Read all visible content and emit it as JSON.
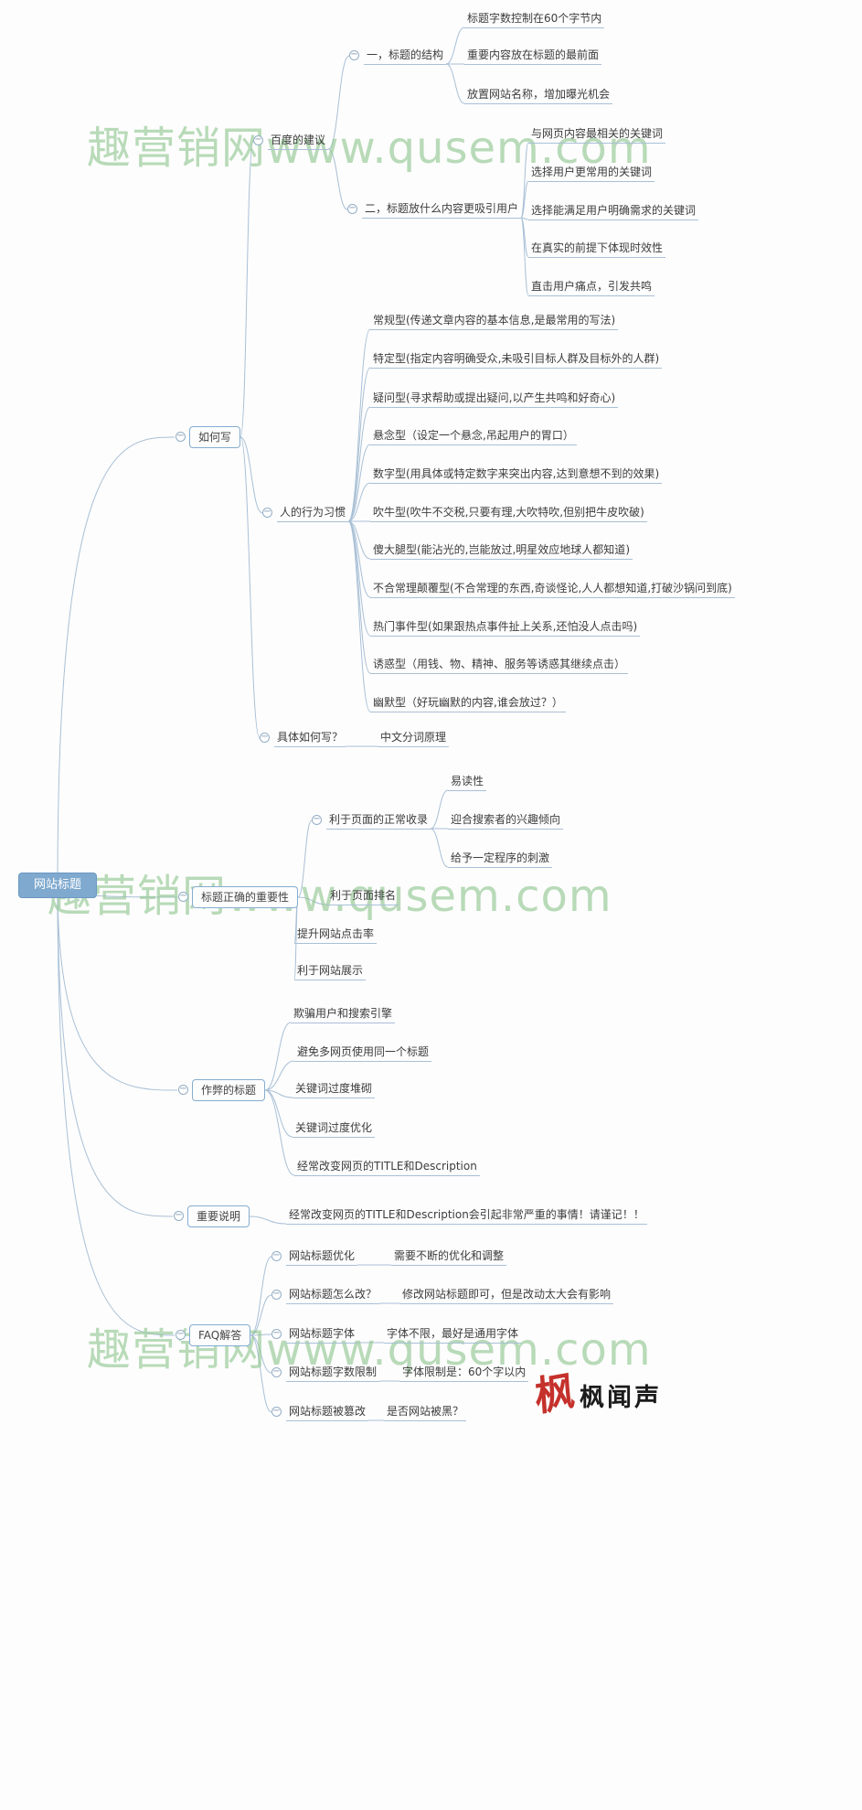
{
  "watermark": {
    "text": "趣营销网www.qusem.com"
  },
  "logo": {
    "icon": "枫",
    "text": "枫闻声"
  },
  "colors": {
    "accent_line": "#a9c0d6",
    "root_bg": "#7fa9ce",
    "watermark_green": "#8fc68f",
    "logo_red": "#c5312b"
  },
  "mindmap": {
    "icons": {
      "collapse": "−"
    },
    "nodes": [
      {
        "id": "root",
        "parent": null,
        "kind": "root",
        "label": "网站标题"
      },
      {
        "id": "howto",
        "parent": "root",
        "kind": "box",
        "label": "如何写"
      },
      {
        "id": "importance",
        "parent": "root",
        "kind": "box",
        "label": "标题正确的重要性"
      },
      {
        "id": "cheat",
        "parent": "root",
        "kind": "box",
        "label": "作弊的标题"
      },
      {
        "id": "note",
        "parent": "root",
        "kind": "box",
        "label": "重要说明"
      },
      {
        "id": "faq",
        "parent": "root",
        "kind": "box",
        "label": "FAQ解答"
      },
      {
        "id": "baidu",
        "parent": "howto",
        "kind": "txt",
        "label": "百度的建议"
      },
      {
        "id": "habit",
        "parent": "howto",
        "kind": "txt",
        "label": "人的行为习惯"
      },
      {
        "id": "specific",
        "parent": "howto",
        "kind": "txt",
        "label": "具体如何写？"
      },
      {
        "id": "struct",
        "parent": "baidu",
        "kind": "txt",
        "label": "一，标题的结构"
      },
      {
        "id": "attract",
        "parent": "baidu",
        "kind": "txt",
        "label": "二，标题放什么内容更吸引用户"
      },
      {
        "id": "s1",
        "parent": "struct",
        "kind": "txt",
        "label": "标题字数控制在60个字节内"
      },
      {
        "id": "s2",
        "parent": "struct",
        "kind": "txt",
        "label": "重要内容放在标题的最前面"
      },
      {
        "id": "s3",
        "parent": "struct",
        "kind": "txt",
        "label": "放置网站名称，增加曝光机会"
      },
      {
        "id": "a1",
        "parent": "attract",
        "kind": "txt",
        "label": "与网页内容最相关的关键词"
      },
      {
        "id": "a2",
        "parent": "attract",
        "kind": "txt",
        "label": "选择用户更常用的关键词"
      },
      {
        "id": "a3",
        "parent": "attract",
        "kind": "txt",
        "label": "选择能满足用户明确需求的关键词"
      },
      {
        "id": "a4",
        "parent": "attract",
        "kind": "txt",
        "label": "在真实的前提下体现时效性"
      },
      {
        "id": "a5",
        "parent": "attract",
        "kind": "txt",
        "label": "直击用户痛点，引发共鸣"
      },
      {
        "id": "h1",
        "parent": "habit",
        "kind": "txt",
        "label": "常规型(传递文章内容的基本信息,是最常用的写法)"
      },
      {
        "id": "h2",
        "parent": "habit",
        "kind": "txt",
        "label": "特定型(指定内容明确受众,未吸引目标人群及目标外的人群)"
      },
      {
        "id": "h3",
        "parent": "habit",
        "kind": "txt",
        "label": "疑问型(寻求帮助或提出疑问,以产生共鸣和好奇心)"
      },
      {
        "id": "h4",
        "parent": "habit",
        "kind": "txt",
        "label": "悬念型（设定一个悬念,吊起用户的胃口）"
      },
      {
        "id": "h5",
        "parent": "habit",
        "kind": "txt",
        "label": "数字型(用具体或特定数字来突出内容,达到意想不到的效果)"
      },
      {
        "id": "h6",
        "parent": "habit",
        "kind": "txt",
        "label": "吹牛型(吹牛不交税,只要有理,大吹特吹,但别把牛皮吹破)"
      },
      {
        "id": "h7",
        "parent": "habit",
        "kind": "txt",
        "label": "傻大腿型(能沾光的,岂能放过,明星效应地球人都知道)"
      },
      {
        "id": "h8",
        "parent": "habit",
        "kind": "txt",
        "label": "不合常理颠覆型(不合常理的东西,奇谈怪论,人人都想知道,打破沙锅问到底)"
      },
      {
        "id": "h9",
        "parent": "habit",
        "kind": "txt",
        "label": "热门事件型(如果跟热点事件扯上关系,还怕没人点击吗)"
      },
      {
        "id": "h10",
        "parent": "habit",
        "kind": "txt",
        "label": "诱惑型（用钱、物、精神、服务等诱惑其继续点击）"
      },
      {
        "id": "h11",
        "parent": "habit",
        "kind": "txt",
        "label": "幽默型（好玩幽默的内容,谁会放过？）"
      },
      {
        "id": "seg",
        "parent": "specific",
        "kind": "txt",
        "label": "中文分词原理"
      },
      {
        "id": "include",
        "parent": "importance",
        "kind": "txt",
        "label": "利于页面的正常收录"
      },
      {
        "id": "i1",
        "parent": "include",
        "kind": "txt",
        "label": "易读性"
      },
      {
        "id": "i2",
        "parent": "include",
        "kind": "txt",
        "label": "迎合搜索者的兴趣倾向"
      },
      {
        "id": "i3",
        "parent": "include",
        "kind": "txt",
        "label": "给予一定程序的刺激"
      },
      {
        "id": "rank",
        "parent": "importance",
        "kind": "txt",
        "label": "利于页面排名"
      },
      {
        "id": "ctr",
        "parent": "importance",
        "kind": "txt",
        "label": "提升网站点击率"
      },
      {
        "id": "display",
        "parent": "importance",
        "kind": "txt",
        "label": "利于网站展示"
      },
      {
        "id": "c1",
        "parent": "cheat",
        "kind": "txt",
        "label": "欺骗用户和搜索引擎"
      },
      {
        "id": "c2",
        "parent": "cheat",
        "kind": "txt",
        "label": "避免多网页使用同一个标题"
      },
      {
        "id": "c3",
        "parent": "cheat",
        "kind": "txt",
        "label": "关键词过度堆砌"
      },
      {
        "id": "c4",
        "parent": "cheat",
        "kind": "txt",
        "label": "关键词过度优化"
      },
      {
        "id": "c5",
        "parent": "cheat",
        "kind": "txt",
        "label": "经常改变网页的TITLE和Description"
      },
      {
        "id": "n1",
        "parent": "note",
        "kind": "txt",
        "label": "经常改变网页的TITLE和Description会引起非常严重的事情！请谨记！！"
      },
      {
        "id": "f1",
        "parent": "faq",
        "kind": "txt",
        "label": "网站标题优化"
      },
      {
        "id": "f1c",
        "parent": "f1",
        "kind": "txt",
        "label": "需要不断的优化和调整"
      },
      {
        "id": "f2",
        "parent": "faq",
        "kind": "txt",
        "label": "网站标题怎么改？"
      },
      {
        "id": "f2c",
        "parent": "f2",
        "kind": "txt",
        "label": "修改网站标题即可，但是改动太大会有影响"
      },
      {
        "id": "f3",
        "parent": "faq",
        "kind": "txt",
        "label": "网站标题字体"
      },
      {
        "id": "f3c",
        "parent": "f3",
        "kind": "txt",
        "label": "字体不限，最好是通用字体"
      },
      {
        "id": "f4",
        "parent": "faq",
        "kind": "txt",
        "label": "网站标题字数限制"
      },
      {
        "id": "f4c",
        "parent": "f4",
        "kind": "txt",
        "label": "字体限制是：60个字以内"
      },
      {
        "id": "f5",
        "parent": "faq",
        "kind": "txt",
        "label": "网站标题被篡改"
      },
      {
        "id": "f5c",
        "parent": "f5",
        "kind": "txt",
        "label": "是否网站被黑？"
      }
    ]
  }
}
